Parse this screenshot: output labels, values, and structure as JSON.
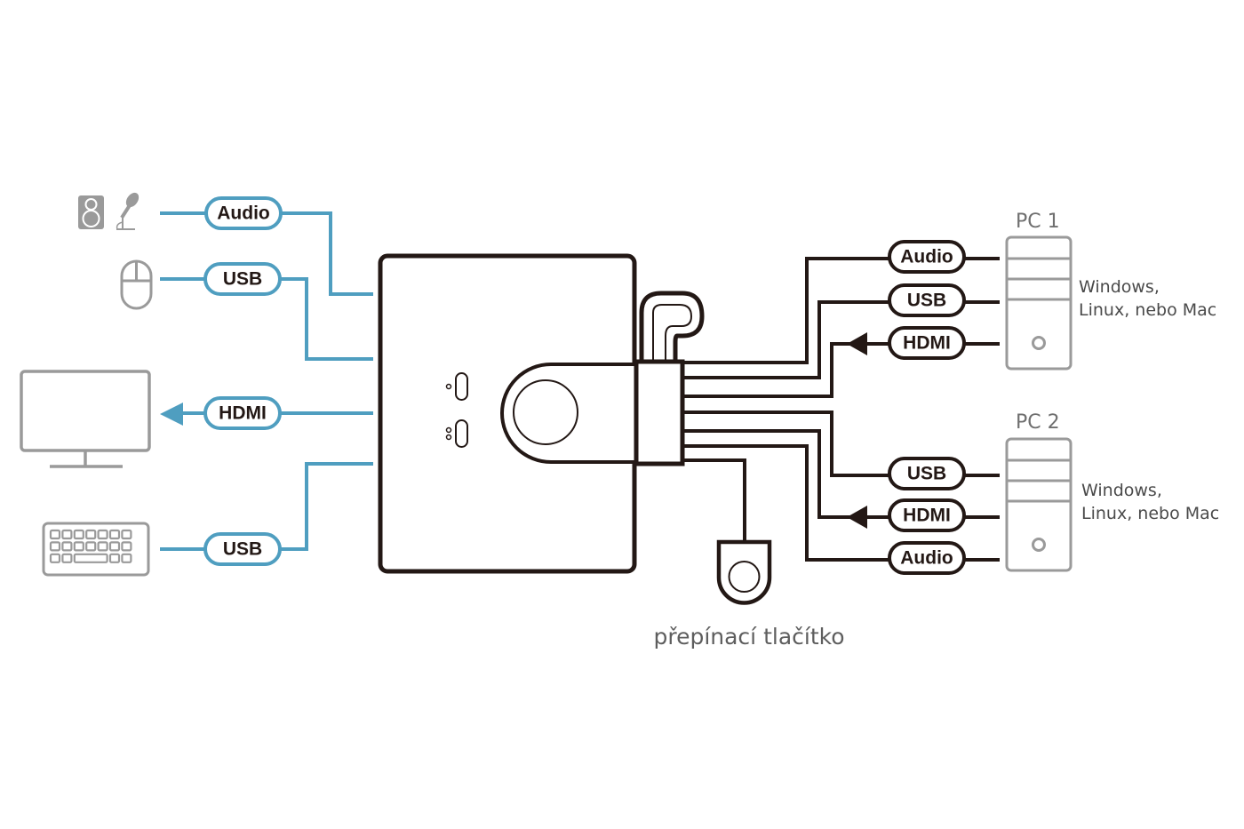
{
  "colors": {
    "console_cable": "#4f9ec0",
    "pc_cable": "#231815",
    "device_outline": "#231815",
    "peripheral_icon": "#9a9a9a",
    "label_text": "#5e5e5e"
  },
  "console_side": {
    "connections": [
      {
        "device": "speaker-microphone",
        "icons": [
          "speaker-icon",
          "microphone-icon"
        ],
        "label": "Audio",
        "direction": "bidirectional"
      },
      {
        "device": "mouse",
        "icons": [
          "mouse-icon"
        ],
        "label": "USB",
        "direction": "to-switch"
      },
      {
        "device": "monitor",
        "icons": [
          "monitor-icon"
        ],
        "label": "HDMI",
        "direction": "to-monitor"
      },
      {
        "device": "keyboard",
        "icons": [
          "keyboard-icon"
        ],
        "label": "USB",
        "direction": "to-switch"
      }
    ]
  },
  "kvm_switch": {
    "port_indicators": [
      {
        "name": "pc1-led",
        "dots": 1
      },
      {
        "name": "pc2-led",
        "dots": 2
      }
    ]
  },
  "pc_side": {
    "computers": [
      {
        "title": "PC 1",
        "os_line1": "Windows,",
        "os_line2": "Linux, nebo Mac",
        "connections": [
          {
            "label": "Audio",
            "direction": "bidirectional"
          },
          {
            "label": "USB",
            "direction": "bidirectional"
          },
          {
            "label": "HDMI",
            "direction": "to-switch"
          }
        ]
      },
      {
        "title": "PC 2",
        "os_line1": "Windows,",
        "os_line2": "Linux, nebo Mac",
        "connections": [
          {
            "label": "USB",
            "direction": "bidirectional"
          },
          {
            "label": "HDMI",
            "direction": "to-switch"
          },
          {
            "label": "Audio",
            "direction": "bidirectional"
          }
        ]
      }
    ]
  },
  "remote_switch": {
    "label": "přepínací tlačítko"
  }
}
